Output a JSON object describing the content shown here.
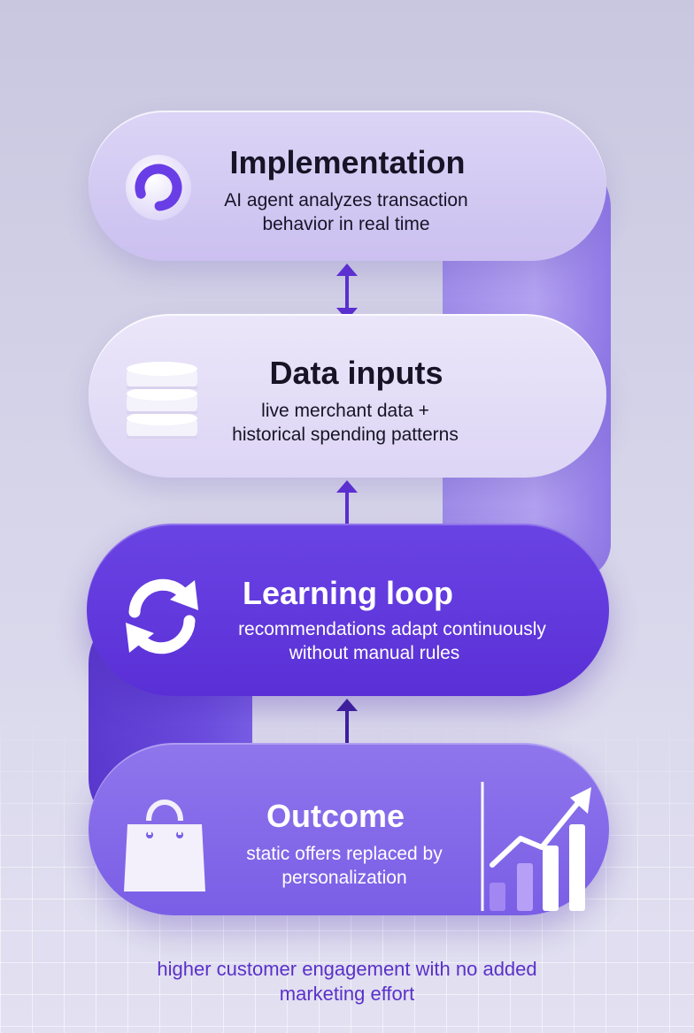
{
  "steps": [
    {
      "title": "Implementation",
      "description_lines": [
        "AI agent analyzes transaction",
        "behavior in real time"
      ],
      "icon": "progress-ring-icon"
    },
    {
      "title": "Data inputs",
      "description_lines": [
        "live merchant data +",
        "historical spending patterns"
      ],
      "icon": "database-icon"
    },
    {
      "title": "Learning loop",
      "description_lines": [
        "recommendations adapt continuously",
        "without manual rules"
      ],
      "icon": "refresh-loop-icon"
    },
    {
      "title": "Outcome",
      "description_lines": [
        "static offers replaced by",
        "personalization"
      ],
      "icons": [
        "shopping-bag-icon",
        "growth-chart-icon"
      ]
    }
  ],
  "connectors": [
    "bidirectional-arrow-icon",
    "bidirectional-arrow-icon",
    "bidirectional-arrow-icon"
  ],
  "footer_lines": [
    "higher customer engagement with no added",
    "marketing effort"
  ],
  "colors": {
    "accent": "#5a30d6",
    "accent_light": "#8f76ec",
    "arrow": "#5b2fd0",
    "footer_text": "#5a31c8",
    "background": "#d6d4e9"
  }
}
